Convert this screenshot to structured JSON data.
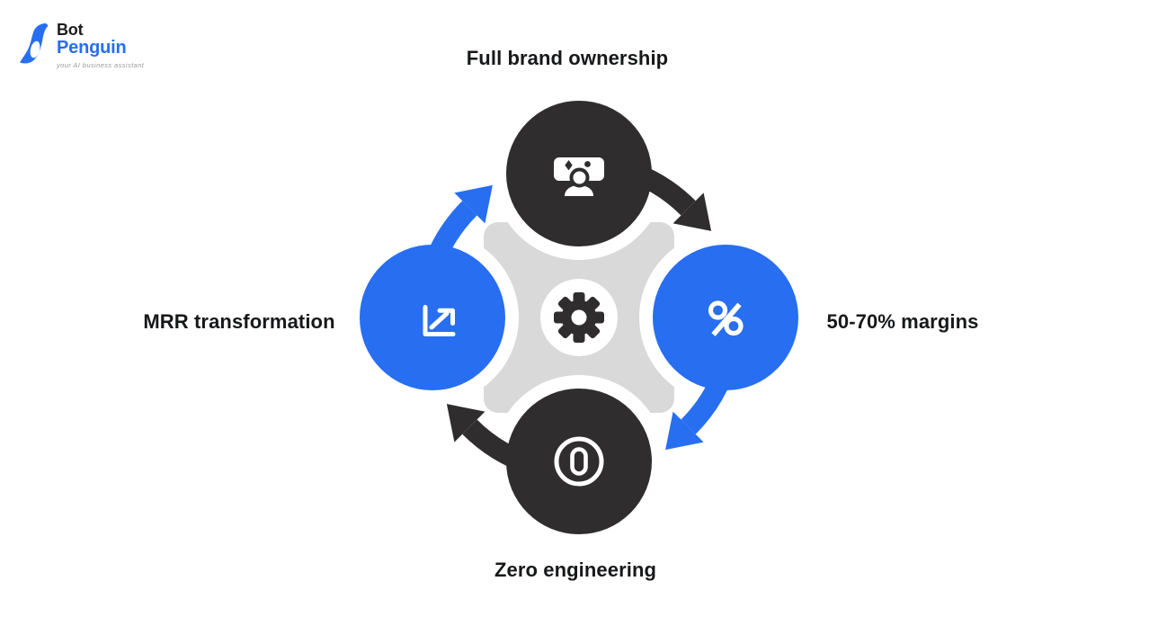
{
  "logo": {
    "brand_line1": "Bot",
    "brand_line2": "Penguin",
    "tagline": "your AI business assistant"
  },
  "cycle": {
    "direction": "clockwise",
    "center_icon": "gear-icon",
    "nodes": [
      {
        "position": "top",
        "label": "Full brand ownership",
        "icon": "user-screen-icon",
        "color": "#2F2D2D"
      },
      {
        "position": "right",
        "label": "50-70% margins",
        "icon": "percent-icon",
        "color": "#276EF1"
      },
      {
        "position": "bottom",
        "label": "Zero engineering",
        "icon": "zero-icon",
        "color": "#2F2D2D"
      },
      {
        "position": "left",
        "label": "MRR transformation",
        "icon": "scale-up-icon",
        "color": "#276EF1"
      }
    ]
  },
  "colors": {
    "accent_blue": "#276EF1",
    "dark": "#2F2D2D",
    "connector_gray": "#D9D9D9",
    "background": "#FFFFFF",
    "label_text": "#17181A"
  }
}
